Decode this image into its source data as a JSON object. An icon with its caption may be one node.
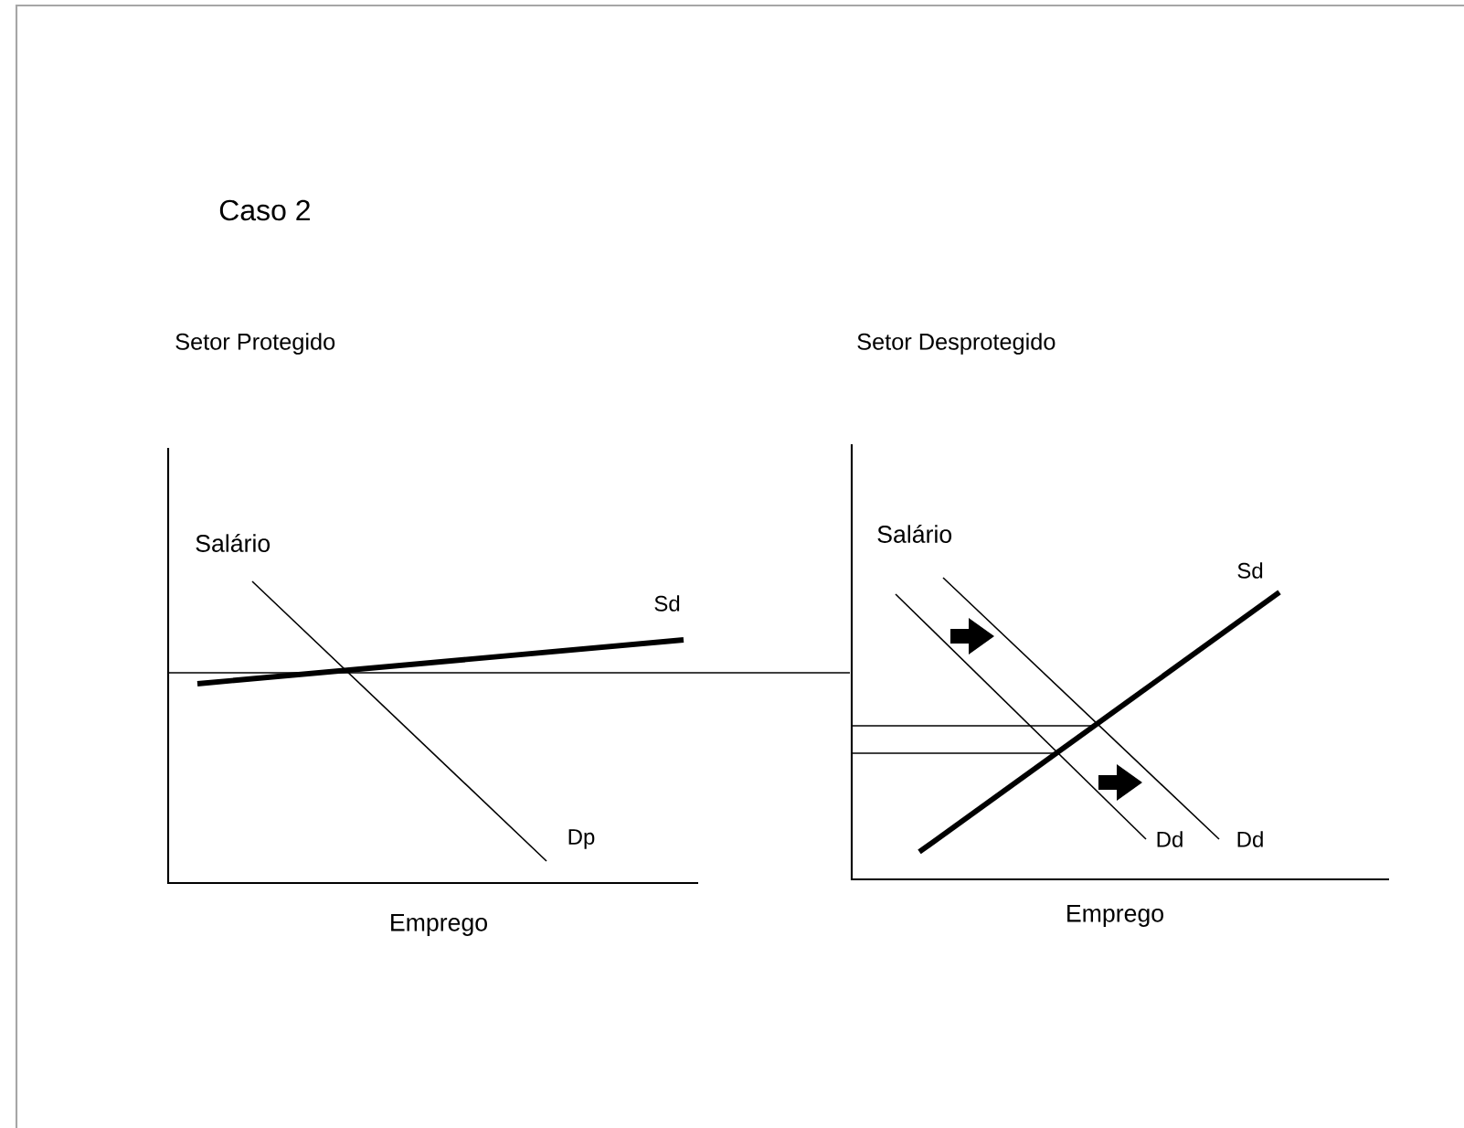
{
  "diagram": {
    "labels": [
      "Caso 2",
      "Setor Protegido",
      "Setor Desprotegido",
      "Salário",
      "Sd",
      "Dp",
      "Emprego",
      "Salário",
      "Sd",
      "Dd",
      "Dd",
      "Emprego"
    ]
  }
}
